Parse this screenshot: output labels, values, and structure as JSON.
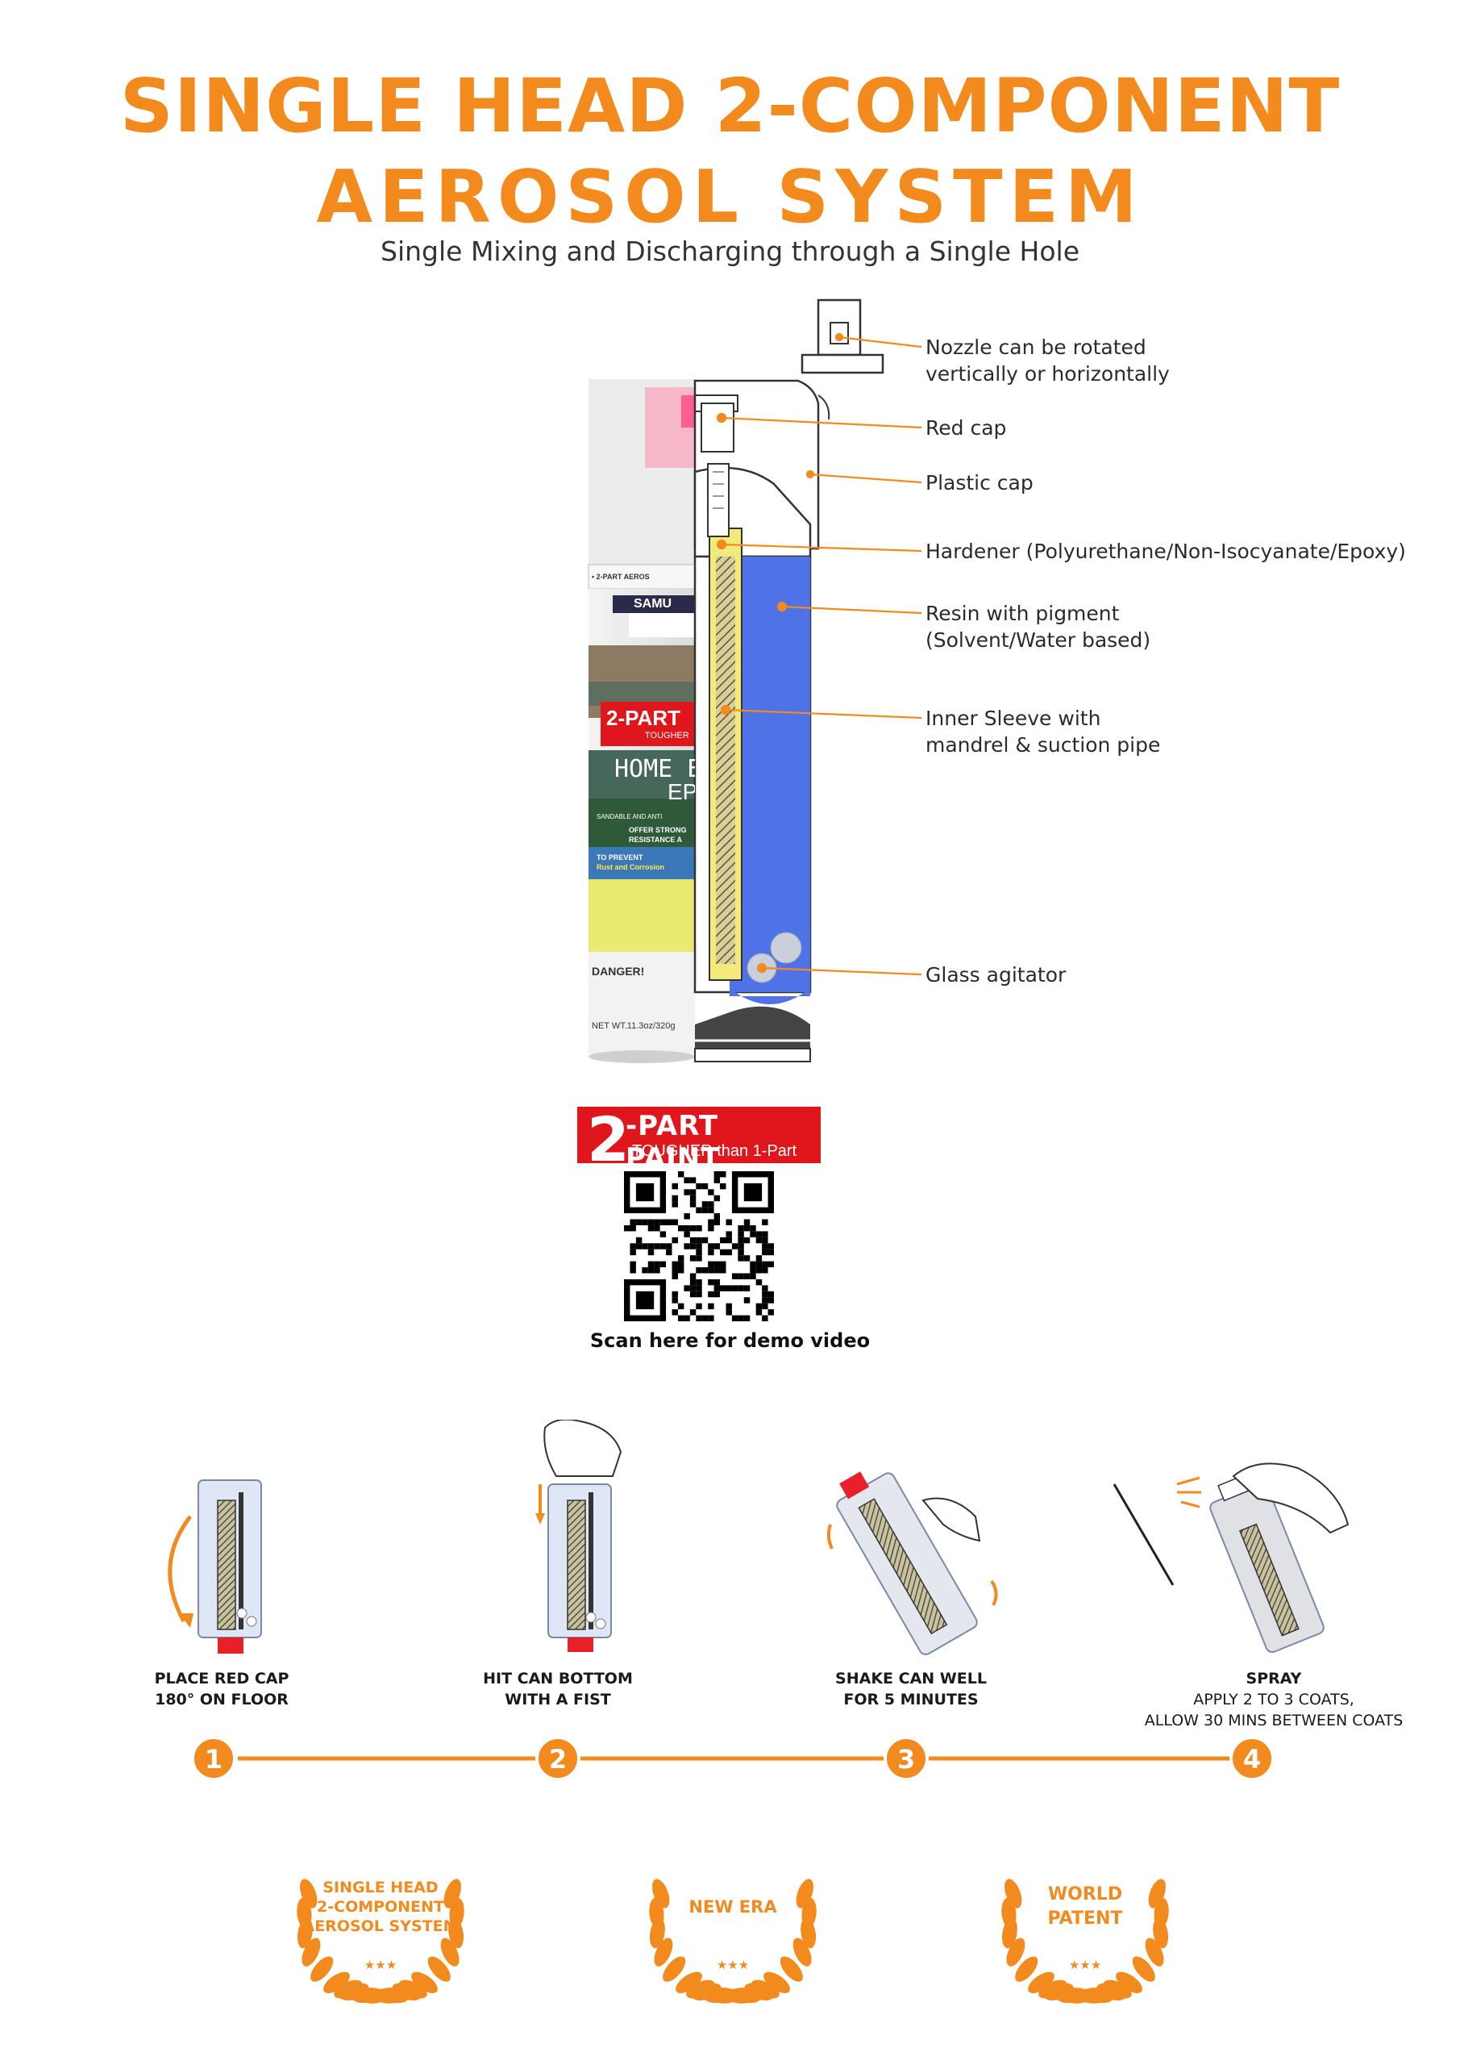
{
  "title": {
    "line1": "SINGLE HEAD 2-COMPONENT",
    "line2": "AEROSOL SYSTEM",
    "subtitle": "Single Mixing and Discharging through a Single Hole"
  },
  "callouts": [
    {
      "line1": "Nozzle can be rotated",
      "line2": "vertically or horizontally"
    },
    {
      "line1": "Red cap"
    },
    {
      "line1": "Plastic cap"
    },
    {
      "line1": "Hardener (Polyurethane/Non-Isocyanate/Epoxy)"
    },
    {
      "line1": "Resin with pigment",
      "line2": "(Solvent/Water based)"
    },
    {
      "line1": "Inner Sleeve with",
      "line2": "mandrel & suction pipe"
    },
    {
      "line1": "Glass agitator"
    }
  ],
  "can_label": {
    "top": "• 2-PART AEROS",
    "brand": "SAMU",
    "part": "2-PART",
    "tougher": "TOUGHER",
    "home": "HOME EX",
    "ep": "EP",
    "line_a": "SANDABLE AND ANTI",
    "line_b": "OFFER STRONG",
    "line_c": "RESISTANCE A",
    "line_d": "TO PREVENT",
    "line_e": "Rust and Corrosion",
    "danger": "DANGER!",
    "weight": "NET WT.11.3oz/320g"
  },
  "promo": {
    "number": "2",
    "headline": "-PART PAINT",
    "sub": "TOUGHER than 1-Part"
  },
  "scan_caption": "Scan here for demo video",
  "steps": [
    {
      "number": "1",
      "line1": "PLACE RED CAP",
      "line2": "180° ON FLOOR"
    },
    {
      "number": "2",
      "line1": "HIT CAN BOTTOM",
      "line2": "WITH A FIST"
    },
    {
      "number": "3",
      "line1": "SHAKE CAN WELL",
      "line2": "FOR 5 MINUTES"
    },
    {
      "number": "4",
      "line1": "SPRAY",
      "line2": "APPLY 2 TO 3 COATS,",
      "line3": "ALLOW 30 MINS BETWEEN COATS"
    }
  ],
  "badges": [
    {
      "line1": "SINGLE HEAD",
      "line2": "2-COMPONENT",
      "line3": "AEROSOL SYSTEM",
      "stars": "★★★"
    },
    {
      "line1": "NEW ERA",
      "stars": "★★★"
    },
    {
      "line1": "WORLD",
      "line2": "PATENT",
      "stars": "★★★"
    }
  ],
  "colors": {
    "accent": "#f28a1e",
    "resin": "#4f72e6",
    "hardener": "#f3ea7c",
    "promo_red": "#e0161d",
    "red_cap": "#e8202a"
  },
  "icons": [
    "nozzle-icon",
    "aerosol-can-icon",
    "qr-code-icon",
    "hand-icon",
    "laurel-wreath-icon",
    "star-icon"
  ]
}
